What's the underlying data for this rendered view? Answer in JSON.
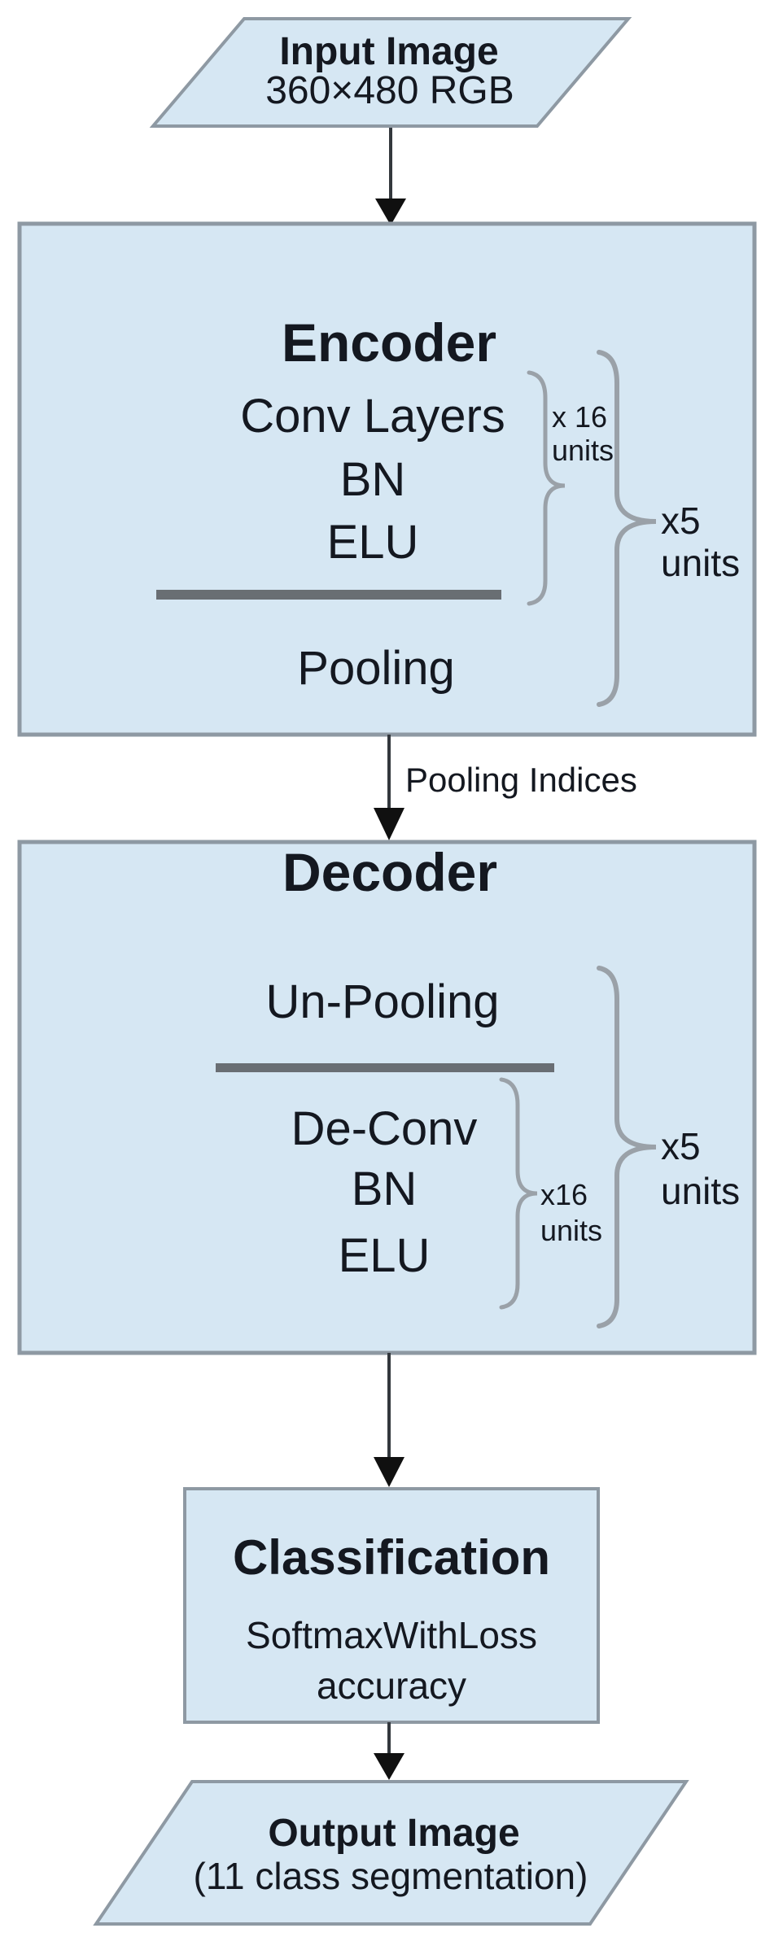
{
  "diagram": {
    "input": {
      "title": "Input Image",
      "subtitle": "360×480 RGB"
    },
    "encoder": {
      "title": "Encoder",
      "conv_block": [
        "Conv Layers",
        "BN",
        "ELU"
      ],
      "pooling": "Pooling",
      "conv_brace_label": {
        "times": "x 16",
        "unit": "units"
      },
      "outer_brace_label": {
        "times": "x5",
        "unit": "units"
      }
    },
    "encoder_to_decoder_label": "Pooling Indices",
    "decoder": {
      "title": "Decoder",
      "unpooling": "Un-Pooling",
      "deconv_block": [
        "De-Conv",
        "BN",
        "ELU"
      ],
      "deconv_brace_label": {
        "times": "x16",
        "unit": "units"
      },
      "outer_brace_label": {
        "times": "x5",
        "unit": "units"
      }
    },
    "classification": {
      "title": "Classification",
      "lines": [
        "SoftmaxWithLoss",
        "accuracy"
      ]
    },
    "output": {
      "title": "Output Image",
      "subtitle": "(11 class segmentation)"
    }
  },
  "colors": {
    "background": "#ffffff",
    "shape_fill": "#d6e7f3",
    "shape_border": "#8e99a3",
    "divider": "#696e73",
    "brace": "#9aa1a8",
    "arrow_line": "#33383d",
    "arrow_head": "#101010",
    "text": "#141820"
  }
}
